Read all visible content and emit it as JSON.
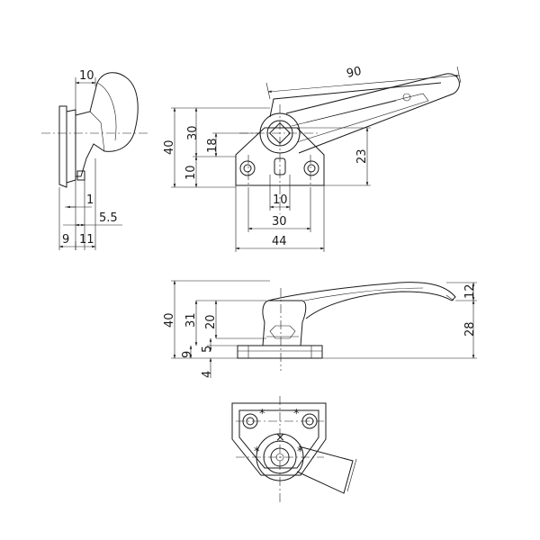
{
  "side_view": {
    "dims": {
      "knob_width": "10",
      "tip_offset": "1",
      "tip_width": "5.5",
      "base_thickness": "9",
      "boss_offset": "11"
    }
  },
  "front_view": {
    "dims": {
      "lever_length": "90",
      "total_height": "40",
      "upper_height": "30",
      "pivot_height": "18",
      "lower_height": "10",
      "right_height": "23",
      "slot_width": "10",
      "hole_spacing": "30",
      "base_width": "44"
    }
  },
  "elevation_view": {
    "dims": {
      "total_height": "40",
      "lever_height": "31",
      "hub_height": "20",
      "base_offset": "9",
      "flange_height": "5",
      "base_plate": "4",
      "tip_height": "12",
      "lever_drop": "28"
    }
  }
}
